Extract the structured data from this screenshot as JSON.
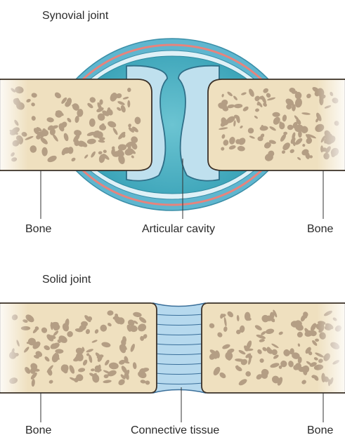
{
  "synovial": {
    "title": "Synovial joint",
    "labels": {
      "left_bone": "Bone",
      "cavity": "Articular cavity",
      "right_bone": "Bone"
    }
  },
  "solid": {
    "title": "Solid joint",
    "labels": {
      "left_bone": "Bone",
      "tissue": "Connective tissue",
      "right_bone": "Bone"
    }
  },
  "colors": {
    "bone_fill": "#efe0bf",
    "bone_spot": "#b49e84",
    "bone_outline": "#3a3028",
    "cartilage": "#bfe0ee",
    "capsule_outer": "#5fb6cf",
    "synovium_line": "#e8837c",
    "cavity_fill": "#3fa9bd",
    "tissue_fill": "#b6d9ee",
    "tissue_lines": "#3a6f9a",
    "leader_line": "#333333"
  },
  "icons": {
    "bone_texture": "spongy-bone-texture-icon"
  }
}
